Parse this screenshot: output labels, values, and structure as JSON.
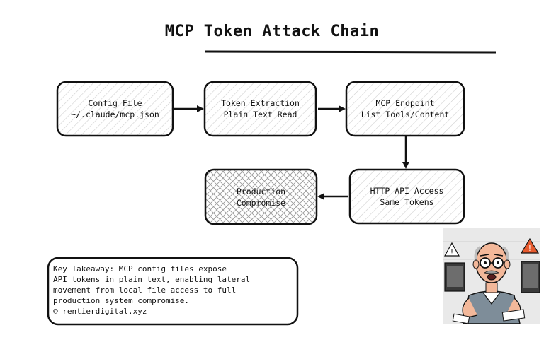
{
  "title": "MCP Token Attack Chain",
  "nodes": [
    {
      "id": "config",
      "lines": [
        "Config File",
        "~/.claude/mcp.json"
      ]
    },
    {
      "id": "extraction",
      "lines": [
        "Token Extraction",
        "Plain Text Read"
      ]
    },
    {
      "id": "endpoint",
      "lines": [
        "MCP Endpoint",
        "List Tools/Content"
      ]
    },
    {
      "id": "http",
      "lines": [
        "HTTP API Access",
        "Same Tokens"
      ]
    },
    {
      "id": "production",
      "lines": [
        "Production",
        "Compromise"
      ]
    }
  ],
  "takeaway": {
    "lines": [
      "Key Takeaway: MCP config files expose",
      "API tokens in plain text, enabling lateral",
      "movement from local file access to full",
      "production system compromise.",
      "© rentierdigital.xyz"
    ]
  },
  "illustration": {
    "icon": "worried-man-at-computers-illustration",
    "colors": {
      "warning": "#e65a2e",
      "skin": "#f3b89a",
      "shirt": "#7e8d99"
    }
  }
}
